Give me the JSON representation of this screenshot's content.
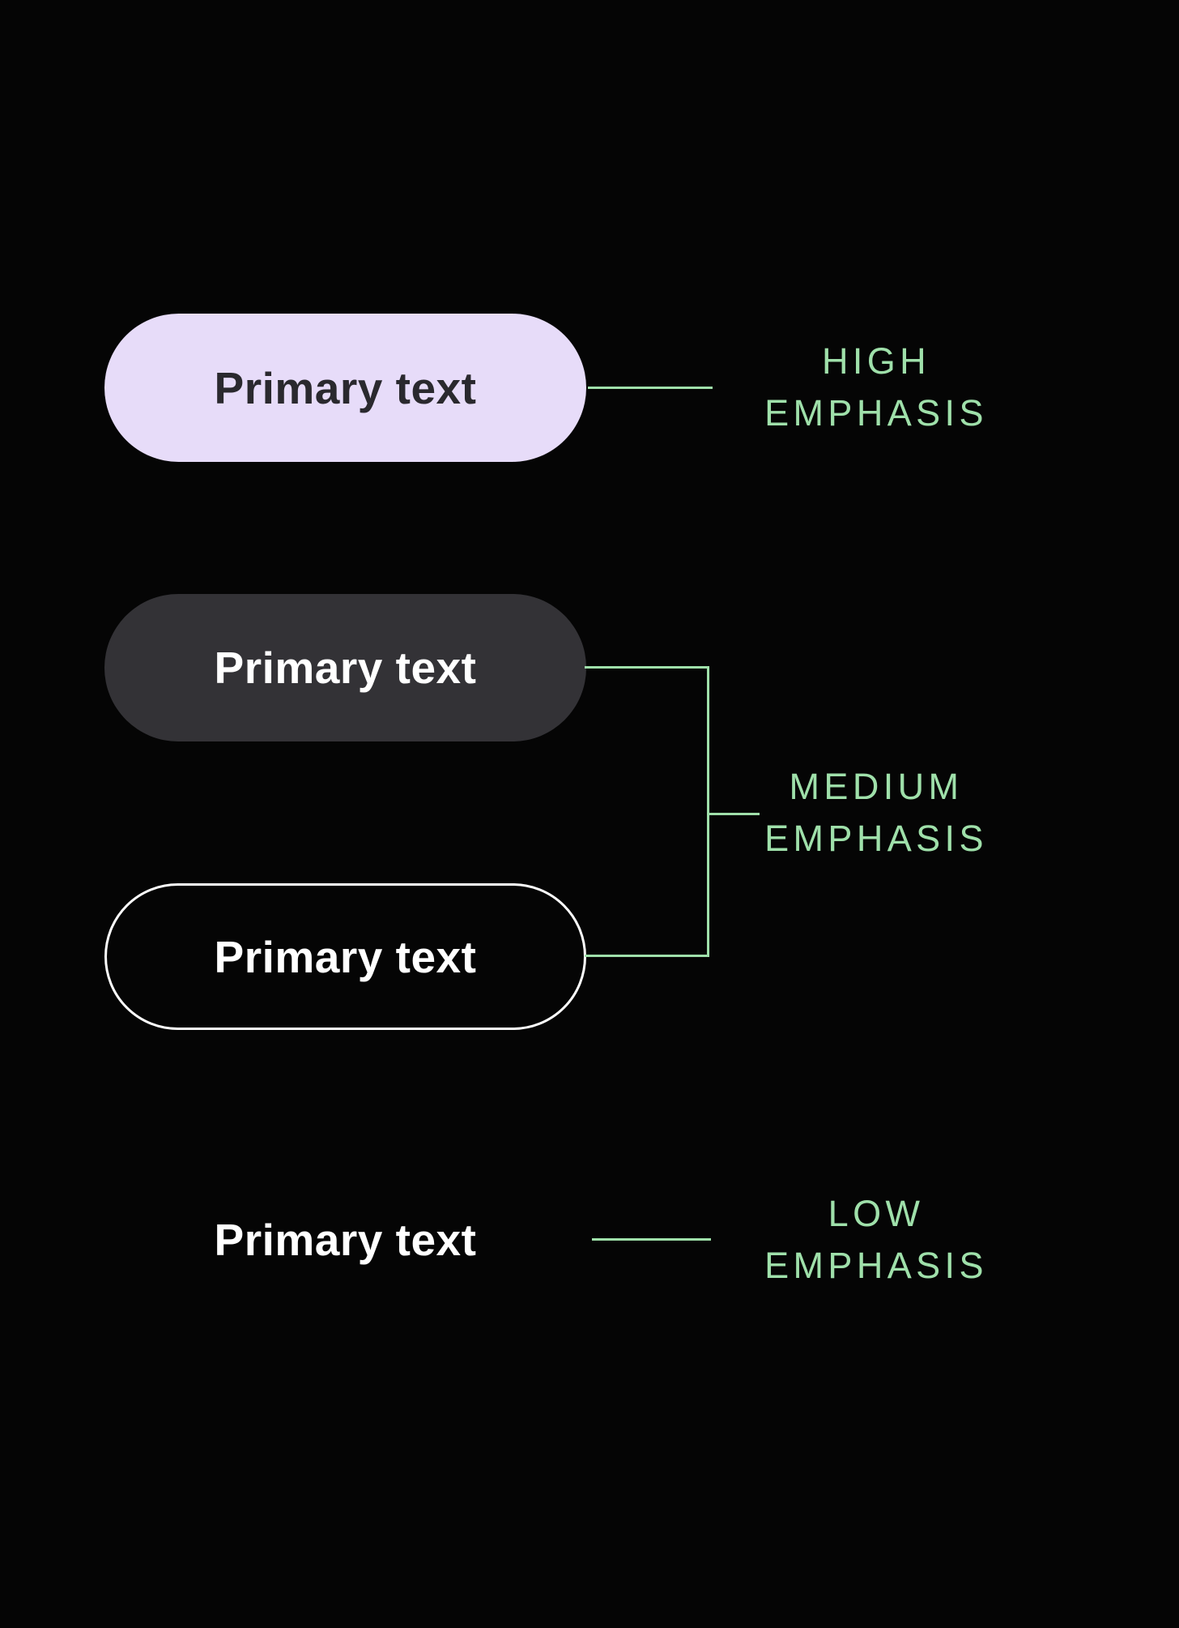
{
  "figure": {
    "background_color": "#050505",
    "connector_color": "#9FE0AA",
    "description_labels_color": "#9FE0AA"
  },
  "buttons": [
    {
      "variant": "filled",
      "label": "Primary text",
      "fill": "#E7DCF9",
      "text_color": "#2A292E"
    },
    {
      "variant": "tonal",
      "label": "Primary text",
      "fill": "#333236",
      "text_color": "#FFFFFF"
    },
    {
      "variant": "outlined",
      "label": "Primary text",
      "fill": "transparent",
      "border_color": "#FFFFFF",
      "text_color": "#FFFFFF"
    },
    {
      "variant": "text",
      "label": "Primary text",
      "fill": "transparent",
      "text_color": "#FFFFFF"
    }
  ],
  "annotations": [
    {
      "name": "high-emphasis",
      "line1": "HIGH",
      "line2": "EMPHASIS"
    },
    {
      "name": "medium-emphasis",
      "line1": "MEDIUM",
      "line2": "EMPHASIS"
    },
    {
      "name": "low-emphasis",
      "line1": "LOW",
      "line2": "EMPHASIS"
    }
  ]
}
